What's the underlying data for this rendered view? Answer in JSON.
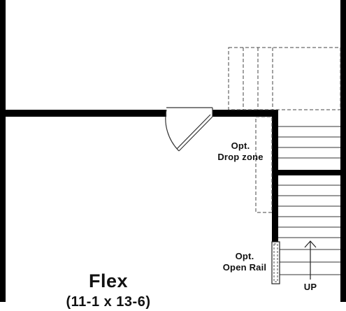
{
  "labels": {
    "drop_zone_line1": "Opt.",
    "drop_zone_line2": "Drop zone",
    "open_rail_line1": "Opt.",
    "open_rail_line2": "Open Rail",
    "stair_direction": "UP",
    "room_name": "Flex",
    "room_dimensions": "(11-1 x 13-6)"
  },
  "colors": {
    "wall": "#000000",
    "line": "#333333",
    "background": "#ffffff"
  }
}
